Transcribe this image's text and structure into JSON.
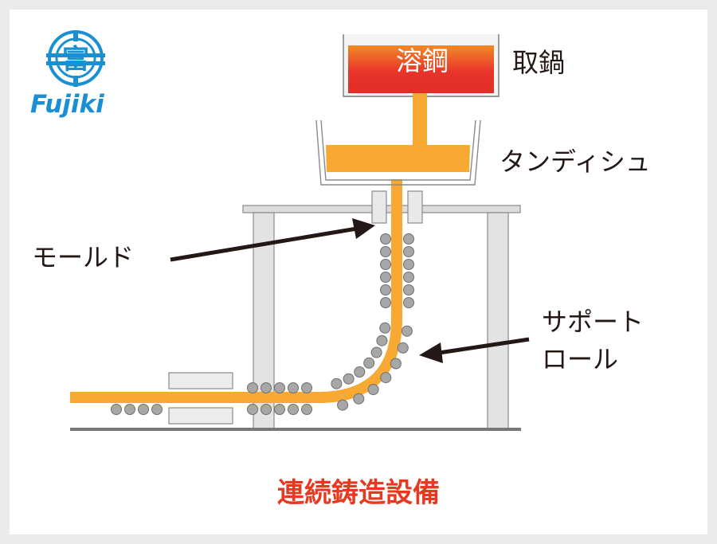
{
  "logo": {
    "brand": "Fujiki",
    "mark_char": "富"
  },
  "labels": {
    "molten_steel": "溶鋼",
    "ladle": "取鍋",
    "tundish": "タンディシュ",
    "mold": "モールド",
    "support_roll_line1": "サポート",
    "support_roll_line2": "ロール"
  },
  "caption": "連続鋳造設備",
  "colors": {
    "caption": "#e83820",
    "logo": "#1a8fd1",
    "steel": "#f7a933",
    "molten_top": "#e8302a",
    "molten_bottom": "#f68b28",
    "frame": "#dcdcdc",
    "roll": "#9f9f9f",
    "arrow": "#231815"
  }
}
